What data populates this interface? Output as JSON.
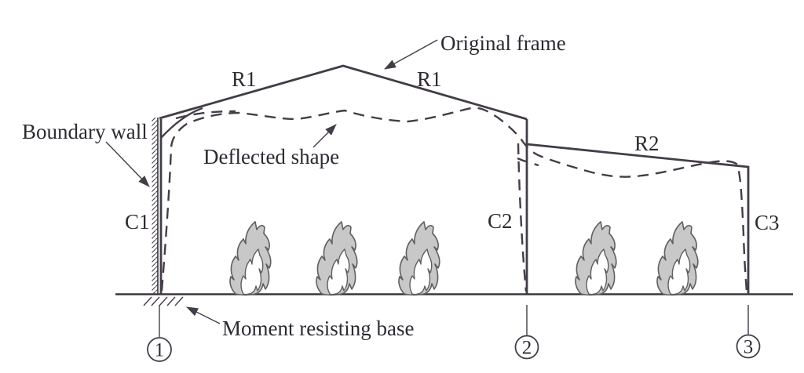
{
  "diagram": {
    "labels": {
      "boundary_wall": "Boundary wall",
      "original_frame": "Original frame",
      "deflected_shape": "Deflected shape",
      "moment_resisting_base": "Moment resisting base"
    },
    "members": {
      "rafter_r1": "R1",
      "rafter_r2": "R2",
      "column_c1": "C1",
      "column_c2": "C2",
      "column_c3": "C3"
    },
    "grid_markers": [
      "1",
      "2",
      "3"
    ],
    "linework": {
      "solid_line_meaning": "Original frame",
      "dashed_line_meaning": "Deflected shape"
    },
    "flames": {
      "count": 5,
      "bay1_count": 3,
      "bay2_count": 2
    },
    "colors": {
      "line": "#433d47",
      "text": "#2e2a32",
      "flame_fill": "#c8c8c8",
      "flame_stroke": "#5f5f5f",
      "background": "#ffffff"
    }
  }
}
